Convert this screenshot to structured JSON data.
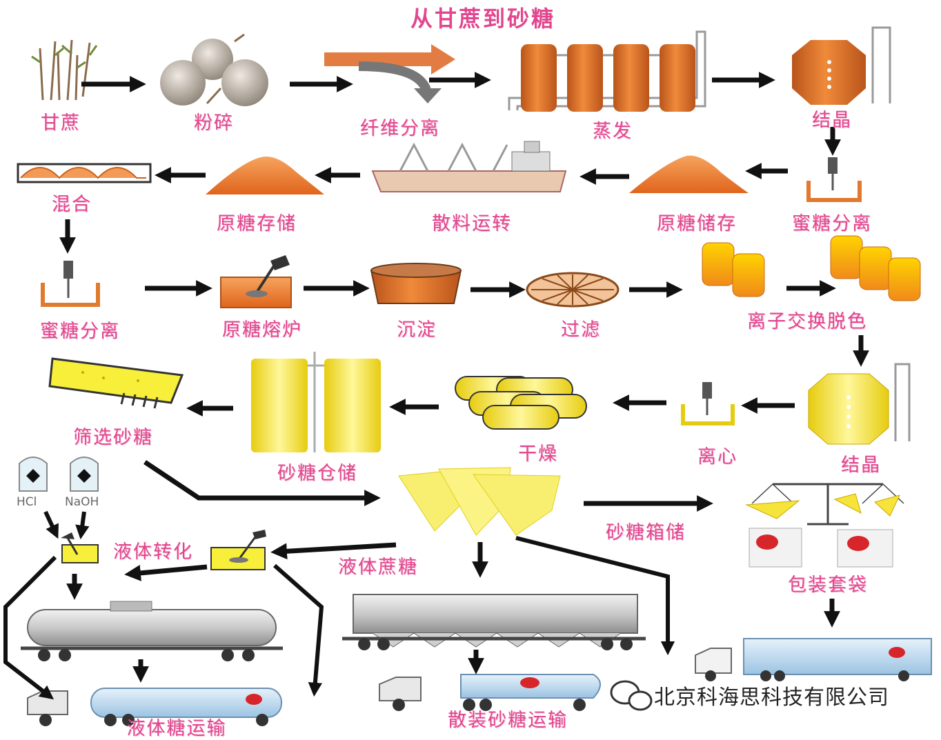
{
  "title": "从甘蔗到砂糖",
  "steps": {
    "sugarcane": "甘蔗",
    "crushing": "粉碎",
    "fiber_separation": "纤维分离",
    "evaporation": "蒸发",
    "crystallization_1": "结晶",
    "molasses_separation_1": "蜜糖分离",
    "raw_sugar_storage_1": "原糖储存",
    "bulk_transport": "散料运转",
    "raw_sugar_storage_2": "原糖存储",
    "mixing": "混合",
    "molasses_separation_2": "蜜糖分离",
    "raw_sugar_melter": "原糖熔炉",
    "settling": "沉淀",
    "filtration": "过滤",
    "ion_exchange_decolor": "离子交换脱色",
    "crystallization_2": "结晶",
    "centrifuge": "离心",
    "drying": "干燥",
    "sugar_warehouse": "砂糖仓储",
    "sugar_screening": "筛选砂糖",
    "sugar_bin_storage": "砂糖箱储",
    "packaging": "包装套袋",
    "liquid_sucrose": "液体蔗糖",
    "liquid_conversion": "液体转化",
    "liquid_sugar_transport": "液体糖运输",
    "bulk_sugar_transport": "散装砂糖运输"
  },
  "chemicals": {
    "acid": "HCl",
    "base": "NaOH"
  },
  "watermark": "北京科海思科技有限公司",
  "colors": {
    "label": "#e2468e",
    "orange": "#e07a2e",
    "yellow": "#f7e43a",
    "arrow": "#111111"
  }
}
